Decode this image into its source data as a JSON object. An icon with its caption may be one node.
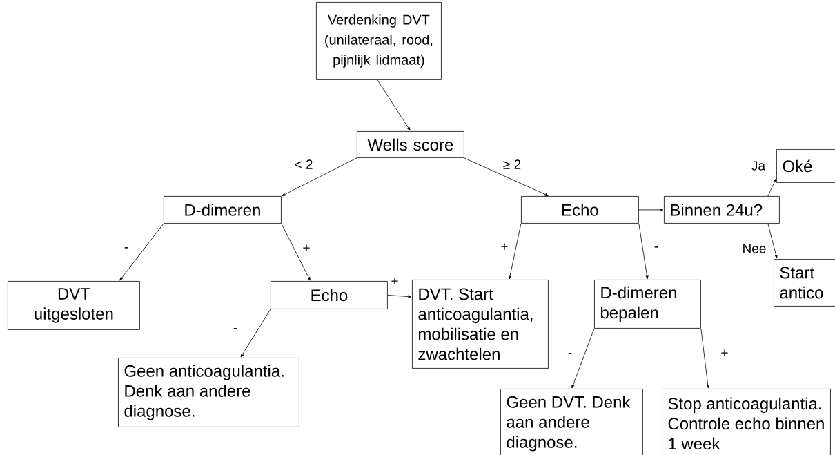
{
  "diagram": {
    "nodes": [
      {
        "text": [
          "Verdenking DVT (unilateraal, rood, pijnlijk lidmaat)"
        ]
      },
      {
        "text": [
          "Wells score"
        ]
      },
      {
        "text": [
          "D-dimeren"
        ]
      },
      {
        "text": [
          "Echo"
        ]
      },
      {
        "text": [
          "Binnen 24u?"
        ]
      },
      {
        "text": [
          "Oké"
        ]
      },
      {
        "text": [
          "Start antico"
        ]
      },
      {
        "text": [
          "DVT uitgesloten"
        ]
      },
      {
        "text": [
          "Echo"
        ]
      },
      {
        "text": [
          "DVT. Start anticoagulantia, mobilisatie en zwachtelen"
        ]
      },
      {
        "text": [
          "D-dimeren bepalen"
        ]
      },
      {
        "text": [
          "Geen anticoagulantia. Denk aan andere diagnose."
        ]
      },
      {
        "text": [
          "Geen DVT. Denk aan andere diagnose."
        ]
      },
      {
        "text": [
          "Stop anticoagulantia. Controle echo binnen 1 week"
        ]
      }
    ],
    "edges": [
      {
        "from": 0,
        "to": 1,
        "arrow": "to"
      },
      {
        "from": 1,
        "to": 2,
        "arrow": "to",
        "label": "< 2"
      },
      {
        "from": 1,
        "to": 3,
        "arrow": "to",
        "label": "≥ 2"
      },
      {
        "from": 3,
        "to": 4,
        "arrow": "to"
      },
      {
        "from": 4,
        "to": 5,
        "arrow": "to",
        "label": "Ja"
      },
      {
        "from": 4,
        "to": 6,
        "arrow": "to",
        "label": "Nee"
      },
      {
        "from": 2,
        "to": 7,
        "arrow": "to",
        "label": "-"
      },
      {
        "from": 2,
        "to": 8,
        "arrow": "to",
        "label": "+"
      },
      {
        "from": 8,
        "to": 9,
        "arrow": "to",
        "label": "+"
      },
      {
        "from": 8,
        "to": 11,
        "arrow": "to",
        "label": "-"
      },
      {
        "from": 3,
        "to": 9,
        "arrow": "to",
        "label": "+"
      },
      {
        "from": 3,
        "to": 10,
        "arrow": "to",
        "label": "-"
      },
      {
        "from": 10,
        "to": 12,
        "arrow": "to",
        "label": "-"
      },
      {
        "from": 10,
        "to": 13,
        "arrow": "to",
        "label": "+"
      }
    ]
  }
}
